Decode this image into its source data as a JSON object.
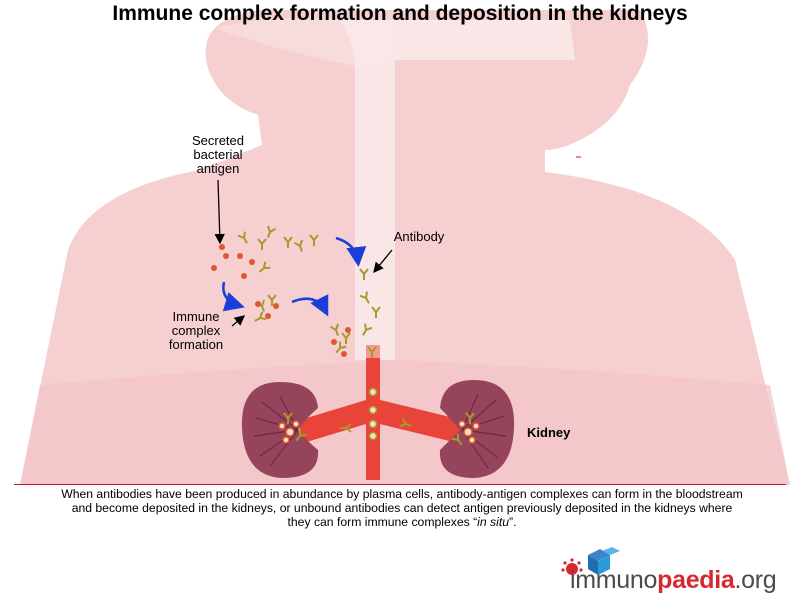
{
  "title": "Immune complex formation and deposition in the kidneys",
  "labels": {
    "secreted": [
      "Secreted",
      "bacterial",
      "antigen"
    ],
    "antibody": "Antibody",
    "immune_complex": [
      "Immune",
      "complex",
      "formation"
    ],
    "kidney": "Kidney"
  },
  "caption": {
    "line1": "When antibodies have been produced in abundance by plasma cells, antibody-antigen complexes can form in the bloodstream",
    "line2": "and become deposited in the kidneys, or unbound antibodies can detect antigen previously deposited in the kidneys where",
    "line3_prefix": "they can form immune complexes “",
    "line3_italic": "in situ",
    "line3_suffix": "”."
  },
  "logo": {
    "part1": "immuno",
    "part2": "paedia",
    "part3": ".org"
  },
  "colors": {
    "body_silhouette": "#f6cfd1",
    "body_lower": "#f3c4c7",
    "trachea": "#fae8e8",
    "blood_vessel": "#e8443a",
    "kidney": "#96445c",
    "antigen": "#e0562e",
    "antibody": "#a89a2a",
    "arrow": "#1a3fd8",
    "accent_rule": "#c41a1a"
  }
}
